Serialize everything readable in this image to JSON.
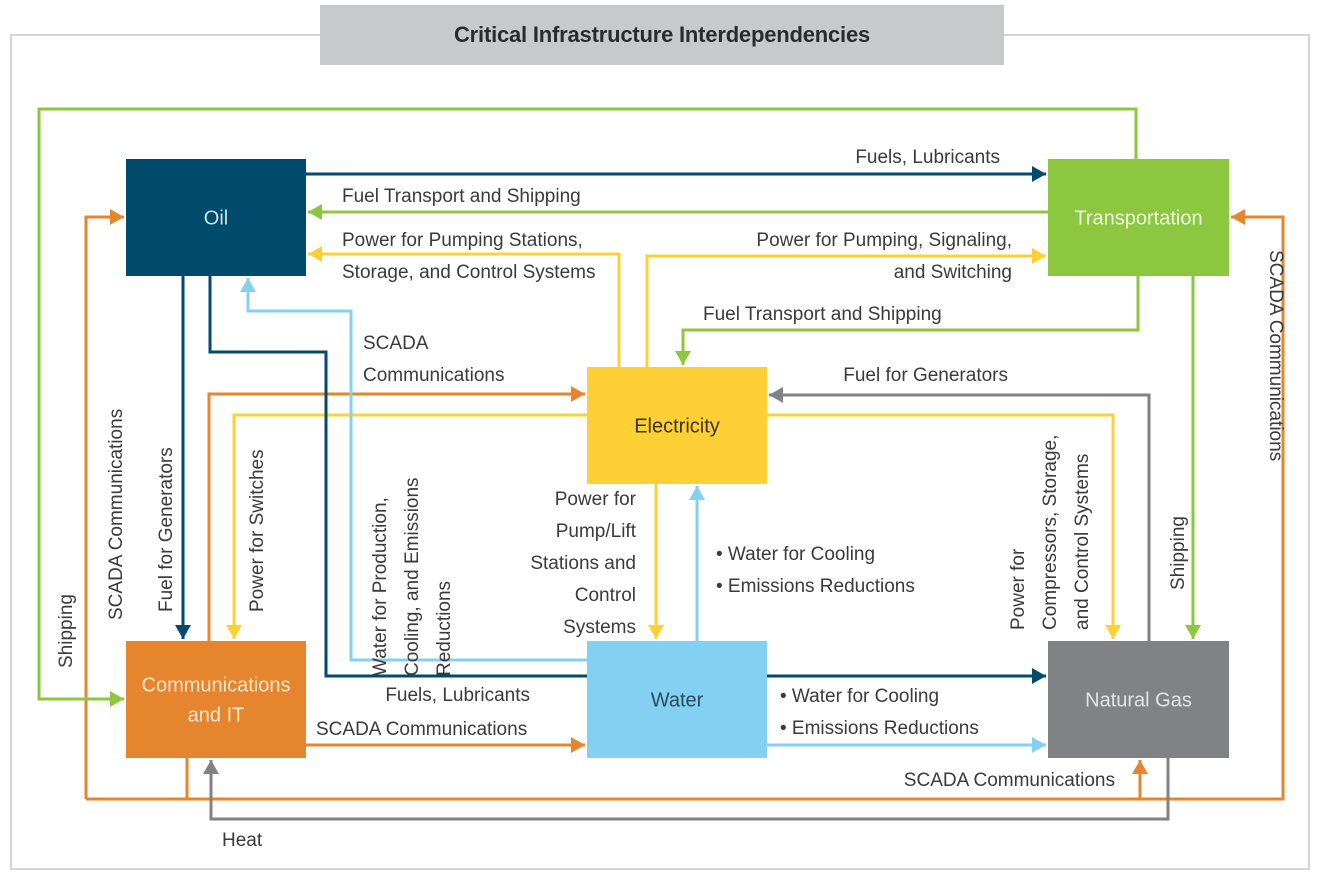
{
  "title": "Critical Infrastructure Interdependencies",
  "colors": {
    "oil": "#004a6b",
    "transportation": "#8dc63f",
    "electricity": "#fdd035",
    "communications": "#e5862f",
    "water": "#83d0f2",
    "natural_gas": "#808285",
    "frame": "#d4d4d4",
    "title_bg": "#c8c9cb"
  },
  "nodes": [
    {
      "id": "oil",
      "label": [
        "Oil"
      ],
      "text_color": "#cfe3ee"
    },
    {
      "id": "transportation",
      "label": [
        "Transportation"
      ],
      "text_color": "#eef7e2"
    },
    {
      "id": "electricity",
      "label": [
        "Electricity"
      ],
      "text_color": "#3a3320"
    },
    {
      "id": "communications",
      "label": [
        "Communications",
        "and IT"
      ],
      "text_color": "#fbe6d2"
    },
    {
      "id": "water",
      "label": [
        "Water"
      ],
      "text_color": "#2a4a5a"
    },
    {
      "id": "natural_gas",
      "label": [
        "Natural Gas"
      ],
      "text_color": "#e4e4e4"
    }
  ],
  "edges": [
    {
      "id": "oil-transport-fuels",
      "from": "oil",
      "to": "transportation",
      "color": "oil",
      "label": [
        "Fuels, Lubricants"
      ]
    },
    {
      "id": "transport-oil-shipping",
      "from": "transportation",
      "to": "oil",
      "color": "transportation",
      "label": [
        "Fuel Transport and Shipping"
      ]
    },
    {
      "id": "elec-oil-power",
      "from": "electricity",
      "to": "oil",
      "color": "electricity",
      "label": [
        "Power for Pumping Stations,",
        "Storage, and Control Systems"
      ]
    },
    {
      "id": "elec-transport-power",
      "from": "electricity",
      "to": "transportation",
      "color": "electricity",
      "label": [
        "Power for Pumping, Signaling,",
        "and Switching"
      ]
    },
    {
      "id": "transport-elec-shipping",
      "from": "transportation",
      "to": "electricity",
      "color": "transportation",
      "label": [
        "Fuel Transport and Shipping"
      ]
    },
    {
      "id": "gas-elec-fuel",
      "from": "natural_gas",
      "to": "electricity",
      "color": "natural_gas",
      "label": [
        "Fuel for Generators"
      ]
    },
    {
      "id": "comm-elec-scada",
      "from": "communications",
      "to": "electricity",
      "color": "communications",
      "label": [
        "SCADA",
        "Communications"
      ]
    },
    {
      "id": "oil-comm-fuel",
      "from": "oil",
      "to": "communications",
      "color": "oil",
      "label": [
        "Fuel for Generators"
      ]
    },
    {
      "id": "elec-comm-power",
      "from": "electricity",
      "to": "communications",
      "color": "electricity",
      "label": [
        "Power for Switches"
      ]
    },
    {
      "id": "water-oil-water",
      "from": "water",
      "to": "oil",
      "color": "water",
      "label": [
        "Water for Production,",
        "Cooling, and Emissions",
        "Reductions"
      ]
    },
    {
      "id": "elec-water-power",
      "from": "electricity",
      "to": "water",
      "color": "electricity",
      "label": [
        "Power for",
        "Pump/Lift",
        "Stations and",
        "Control",
        "Systems"
      ]
    },
    {
      "id": "water-elec-cooling",
      "from": "water",
      "to": "electricity",
      "color": "water",
      "label": [
        "• Water for Cooling",
        "• Emissions Reductions"
      ]
    },
    {
      "id": "elec-gas-power",
      "from": "electricity",
      "to": "natural_gas",
      "color": "electricity",
      "label": [
        "Power for",
        "Compressors, Storage,",
        "and Control Systems"
      ]
    },
    {
      "id": "transport-gas-shipping",
      "from": "transportation",
      "to": "natural_gas",
      "color": "transportation",
      "label": [
        "Shipping"
      ]
    },
    {
      "id": "comm-transport-scada",
      "from": "communications",
      "to": "transportation",
      "color": "communications",
      "label": [
        "SCADA Communications"
      ]
    },
    {
      "id": "comm-oil-scada",
      "from": "communications",
      "to": "oil",
      "color": "communications",
      "label": [
        "SCADA Communications"
      ]
    },
    {
      "id": "transport-comm-shipping",
      "from": "transportation",
      "to": "communications",
      "color": "transportation",
      "label": [
        "Shipping"
      ]
    },
    {
      "id": "oil-gas-fuels",
      "from": "oil",
      "to": "natural_gas",
      "color": "oil",
      "label": [
        "Fuels, Lubricants"
      ]
    },
    {
      "id": "comm-water-scada",
      "from": "communications",
      "to": "water",
      "color": "communications",
      "label": [
        "SCADA Communications"
      ]
    },
    {
      "id": "water-gas-cooling",
      "from": "water",
      "to": "natural_gas",
      "color": "water",
      "label": [
        "• Water for Cooling",
        "• Emissions Reductions"
      ]
    },
    {
      "id": "comm-gas-scada",
      "from": "communications",
      "to": "natural_gas",
      "color": "communications",
      "label": [
        "SCADA Communications"
      ]
    },
    {
      "id": "gas-comm-heat",
      "from": "natural_gas",
      "to": "communications",
      "color": "natural_gas",
      "label": [
        "Heat"
      ]
    }
  ]
}
